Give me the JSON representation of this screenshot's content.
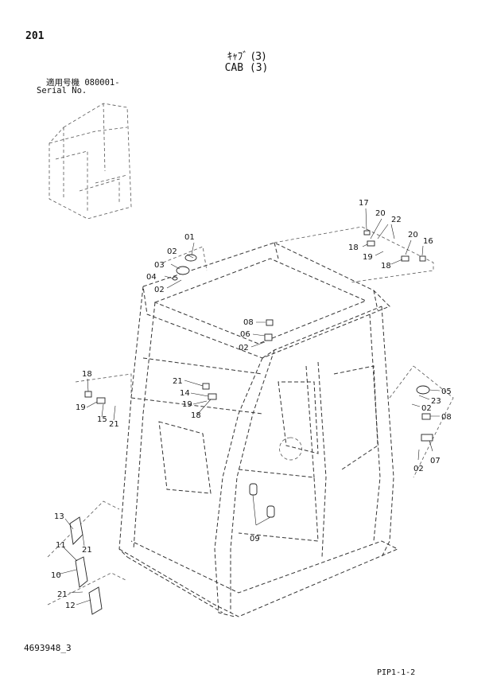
{
  "header": {
    "page_number": "201",
    "title_jp": "ｷｬﾌﾞ (3)",
    "title_en": "CAB (3)",
    "serial_jp": "適用号機 080001-",
    "serial_en": "Serial No."
  },
  "footer": {
    "drawing_number": "4693948_3",
    "page_code": "PIP1-1-2"
  },
  "callouts": [
    "01",
    "02",
    "03",
    "04",
    "02",
    "17",
    "20",
    "22",
    "20",
    "16",
    "18",
    "19",
    "18",
    "08",
    "06",
    "02",
    "18",
    "19",
    "15",
    "21",
    "21",
    "14",
    "19",
    "18",
    "05",
    "23",
    "02",
    "08",
    "07",
    "02",
    "09",
    "13",
    "21",
    "11",
    "10",
    "21",
    "12"
  ]
}
